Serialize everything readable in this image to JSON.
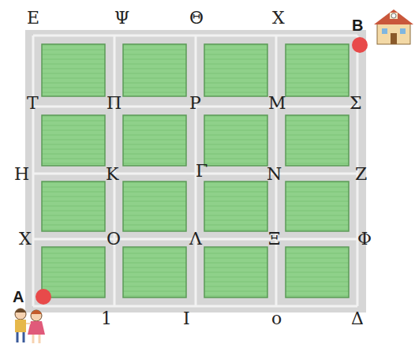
{
  "diagram": {
    "labels": [
      "Ε",
      "Ψ",
      "Θ",
      "Χ",
      "B",
      "Τ",
      "Π",
      "Ρ",
      "Μ",
      "Σ",
      "Η",
      "Κ",
      "Γ",
      "Ν",
      "Ζ",
      "Χ",
      "Ο",
      "Λ",
      "Ξ",
      "Φ",
      "A",
      "1",
      "Ι",
      "ο",
      "Δ"
    ]
  }
}
